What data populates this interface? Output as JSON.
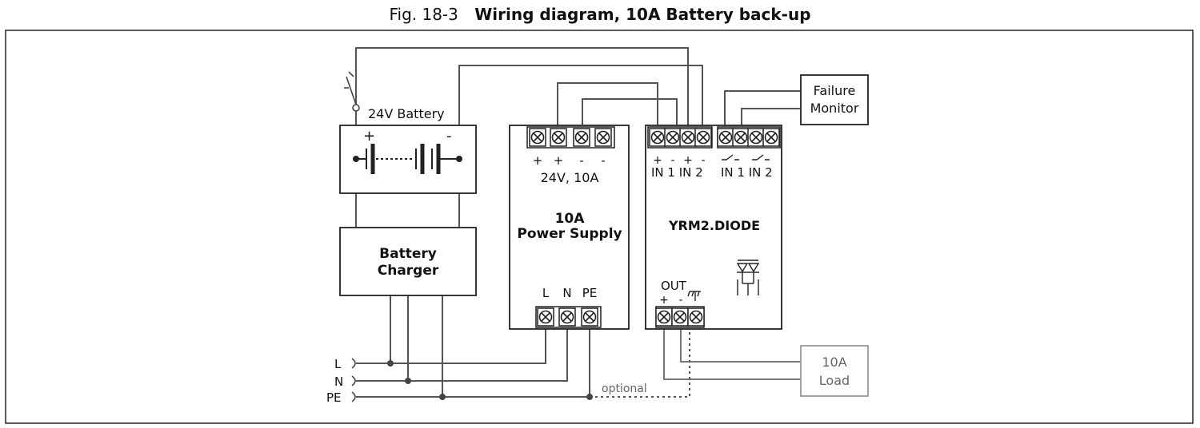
{
  "figure": {
    "number": "Fig. 18-3",
    "title": "Wiring diagram, 10A Battery back-up"
  },
  "battery": {
    "label": "24V Battery",
    "plus": "+",
    "minus": "-"
  },
  "charger": {
    "line1": "Battery",
    "line2": "Charger"
  },
  "power_supply": {
    "line1": "10A",
    "line2": "Power Supply",
    "output_polarity": [
      "+",
      "+",
      "-",
      "-"
    ],
    "output_rating": "24V, 10A",
    "input_labels": [
      "L",
      "N",
      "PE"
    ]
  },
  "diode_module": {
    "name": "YRM2.DIODE",
    "in_polarity": [
      "+",
      "-",
      "+",
      "-"
    ],
    "in_labels": "IN 1 IN 2",
    "relay_labels": "IN 1 IN 2",
    "out_label": "OUT",
    "out_polarity": [
      "+",
      "-"
    ]
  },
  "failure_monitor": {
    "line1": "Failure",
    "line2": "Monitor"
  },
  "load": {
    "line1": "10A",
    "line2": "Load"
  },
  "mains": [
    "L",
    "N",
    "PE"
  ],
  "optional_label": "optional",
  "colors": {
    "wire": "#555555",
    "box": "#222222",
    "load": "#999999"
  }
}
